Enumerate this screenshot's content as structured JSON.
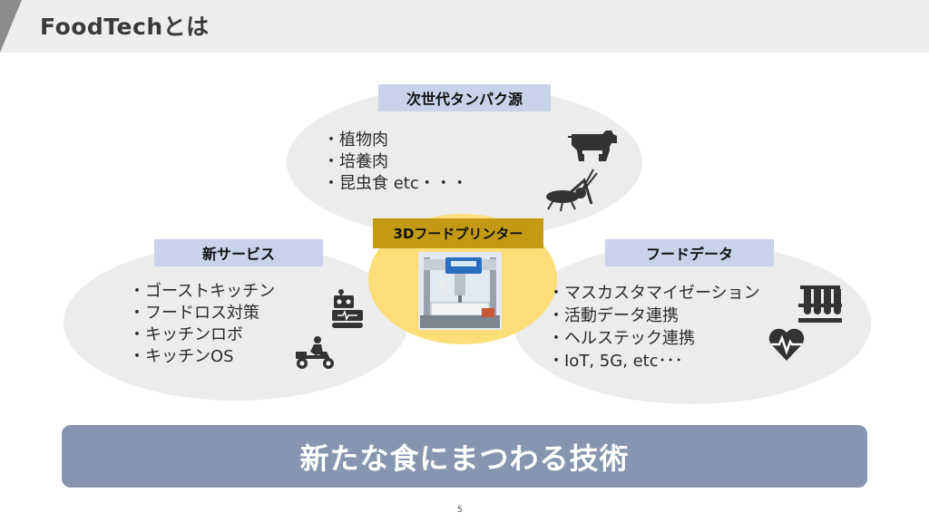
{
  "header": {
    "title": "FoodTechとは"
  },
  "sections": {
    "protein": {
      "label": "次世代タンパク源",
      "items": [
        "・植物肉",
        "・培養肉",
        "・昆虫食 etc・・・"
      ],
      "icons": [
        "cow-icon",
        "cricket-icon"
      ]
    },
    "service": {
      "label": "新サービス",
      "items": [
        "・ゴーストキッチン",
        "・フードロス対策",
        "・キッチンロボ",
        "・キッチンOS"
      ],
      "icons": [
        "robot-icon",
        "delivery-motorbike-icon"
      ]
    },
    "data": {
      "label": "フードデータ",
      "items": [
        "・マスカスタマイゼーション",
        "・活動データ連携",
        "・ヘルステック連携",
        "・IoT, 5G, etc･･･"
      ],
      "icons": [
        "test-tubes-icon",
        "heart-pulse-icon"
      ]
    },
    "printer": {
      "label": "3Dフードプリンター",
      "image": "3d-food-printer-photo"
    }
  },
  "banner": {
    "text": "新たな食にまつわる技術"
  },
  "footer": {
    "page_number": "5"
  },
  "colors": {
    "header_bg": "#eeeeee",
    "header_triangle": "#8c8c8c",
    "ellipse": "#ececec",
    "label_bg": "#c8d2ea",
    "center_label_bg": "#c49a14",
    "center_circle": "#fddd78",
    "banner_bg": "#8696b1",
    "icon": "#333333"
  }
}
